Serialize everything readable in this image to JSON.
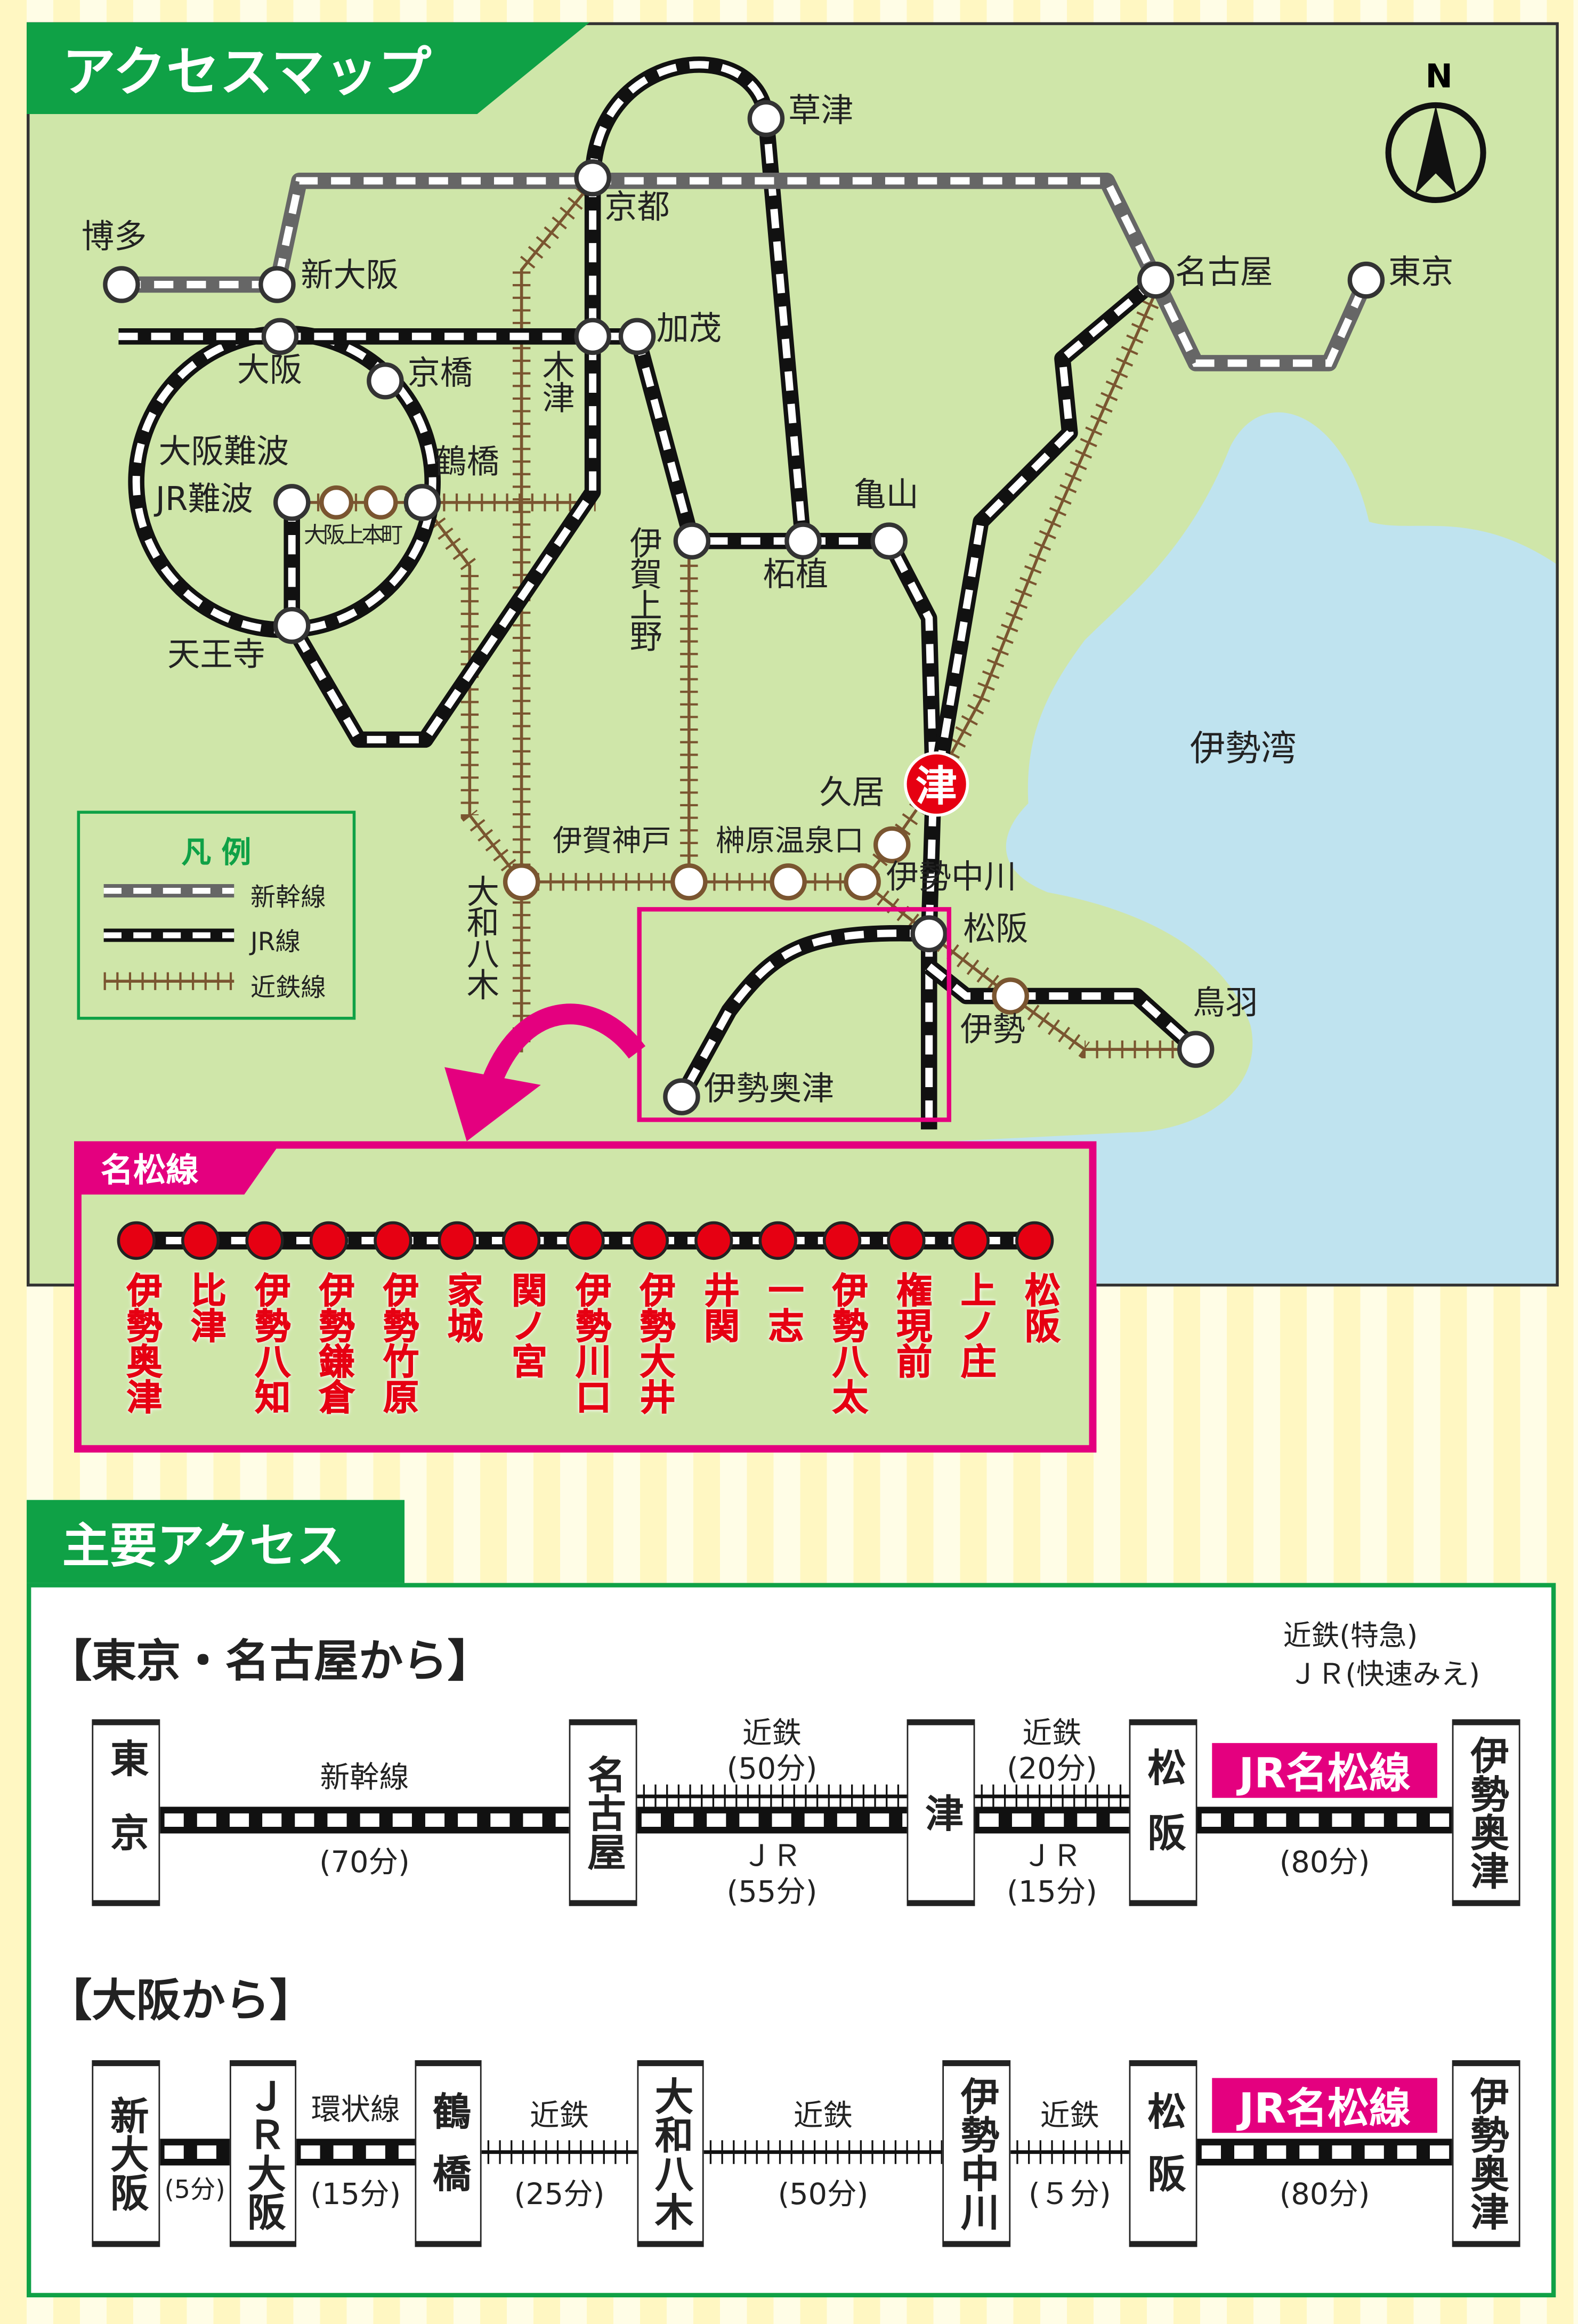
{
  "map": {
    "title": "アクセスマップ",
    "compass": "N",
    "sea_label": "伊勢湾",
    "tsu_marker": "津",
    "stations": [
      "博多",
      "新大阪",
      "京都",
      "草津",
      "名古屋",
      "東京",
      "大阪",
      "京橋",
      "木津",
      "加茂",
      "大阪難波",
      "JR難波",
      "大阪上本町",
      "鶴橋",
      "天王寺",
      "伊賀上野",
      "柘植",
      "亀山",
      "久居",
      "伊賀神戸",
      "榊原温泉口",
      "伊勢中川",
      "大和八木",
      "松阪",
      "伊勢",
      "鳥羽",
      "伊勢奥津"
    ],
    "legend": {
      "title": "凡 例",
      "items": [
        "新幹線",
        "JR線",
        "近鉄線"
      ]
    }
  },
  "meisho": {
    "title": "名松線",
    "stations": [
      "伊勢奥津",
      "比津",
      "伊勢八知",
      "伊勢鎌倉",
      "伊勢竹原",
      "家城",
      "関ノ宮",
      "伊勢川口",
      "伊勢大井",
      "井関",
      "一志",
      "伊勢八太",
      "権現前",
      "上ノ庄",
      "松阪"
    ],
    "colors": {
      "line_accent": "#e4007f",
      "station": "#e60012"
    }
  },
  "access": {
    "title": "主要アクセス",
    "from_tokyo": {
      "heading": "【東京・名古屋から】",
      "note": [
        "近鉄(特急)",
        "ＪＲ(快速みえ)"
      ],
      "stations": [
        "東京",
        "名古屋",
        "津",
        "松阪",
        "伊勢奥津"
      ],
      "segments": [
        {
          "type": "jr",
          "above": "新幹線",
          "below": "(70分)"
        },
        {
          "type": "both",
          "above": "近鉄",
          "above2": "(50分)",
          "below": "ＪＲ",
          "below2": "(55分)"
        },
        {
          "type": "both",
          "above": "近鉄",
          "above2": "(20分)",
          "below": "ＪＲ",
          "below2": "(15分)"
        },
        {
          "type": "jr",
          "badge": "JR名松線",
          "below": "(80分)"
        }
      ]
    },
    "from_osaka": {
      "heading": "【大阪から】",
      "stations": [
        "新大阪",
        "ＪＲ大阪",
        "鶴橋",
        "大和八木",
        "伊勢中川",
        "松阪",
        "伊勢奥津"
      ],
      "segments": [
        {
          "type": "jr",
          "below": "(5分)"
        },
        {
          "type": "jr",
          "above": "環状線",
          "below": "(15分)"
        },
        {
          "type": "kin",
          "above": "近鉄",
          "below": "(25分)"
        },
        {
          "type": "kin",
          "above": "近鉄",
          "below": "(50分)"
        },
        {
          "type": "kin",
          "above": "近鉄",
          "below": "(５分)"
        },
        {
          "type": "jr",
          "badge": "JR名松線",
          "below": "(80分)"
        }
      ]
    }
  },
  "colors": {
    "green": "#0fa146",
    "pink": "#e4007f",
    "land": "#cfe6a9",
    "sea": "#bfe3ef",
    "kintetsu": "#7a5530"
  }
}
